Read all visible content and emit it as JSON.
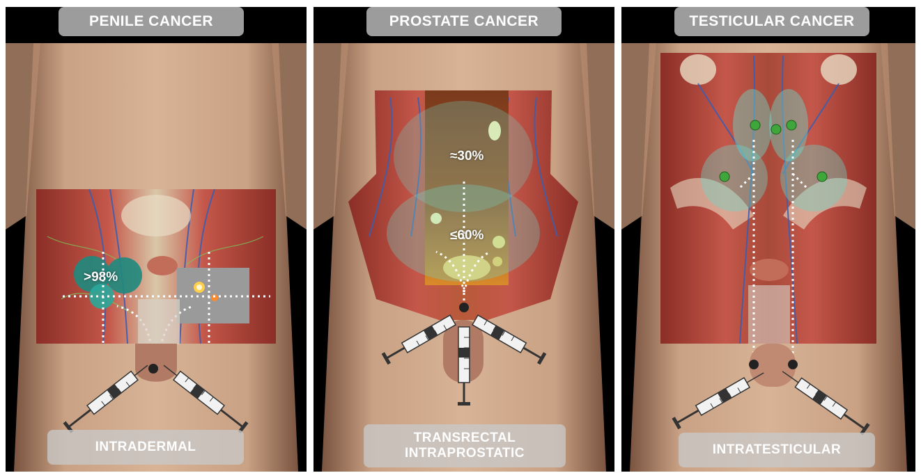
{
  "panels": [
    {
      "title": "PENILE CANCER",
      "route": "INTRADERMAL",
      "percentages": [
        ">98%"
      ]
    },
    {
      "title": "PROSTATE CANCER",
      "route_lines": [
        "TRANSRECTAL",
        "INTRAPROSTATIC"
      ],
      "percentages": [
        "≈30%",
        "≤60%"
      ]
    },
    {
      "title": "TESTICULAR CANCER",
      "route": "INTRATESTICULAR",
      "percentages": []
    }
  ],
  "colors": {
    "skin": "#c9a184",
    "skin_shadow": "#9c7458",
    "muscle": "#b0473c",
    "lymph_field": "#6fd6c8",
    "node": "#3ea63a",
    "syringe": "#f2f2f2",
    "pill": "#c8c8c8"
  }
}
